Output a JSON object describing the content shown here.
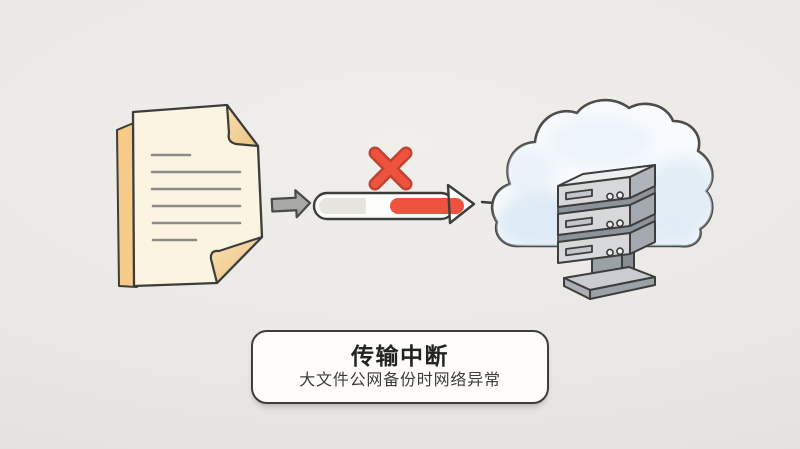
{
  "caption": {
    "title": "传输中断",
    "subtitle": "大文件公网备份时网络异常"
  },
  "illustration": {
    "progress_fill_percent": 45,
    "icons": [
      "document-icon",
      "transfer-arrow-icon",
      "progress-arrow-icon",
      "error-x-icon",
      "connector-dash",
      "cloud-icon",
      "server-stack-icon"
    ]
  },
  "colors": {
    "background": "#e9e7e4",
    "outline": "#3d3d3b",
    "paper": "#fbf4e1",
    "paper_back": "#f6ca89",
    "fold": "#f3d8a2",
    "text_line_gray": "#8b8b89",
    "arrow_gray": "#a8a8a4",
    "error_red": "#ef5340",
    "error_red_dark": "#c04330",
    "progress_track": "#e7e5e0",
    "cloud_fill": "#f8fbfd",
    "cloud_wash": "#d8e7f4",
    "server_front": "#d6d8da",
    "server_top": "#eceeef",
    "server_side": "#aeb4ba"
  }
}
